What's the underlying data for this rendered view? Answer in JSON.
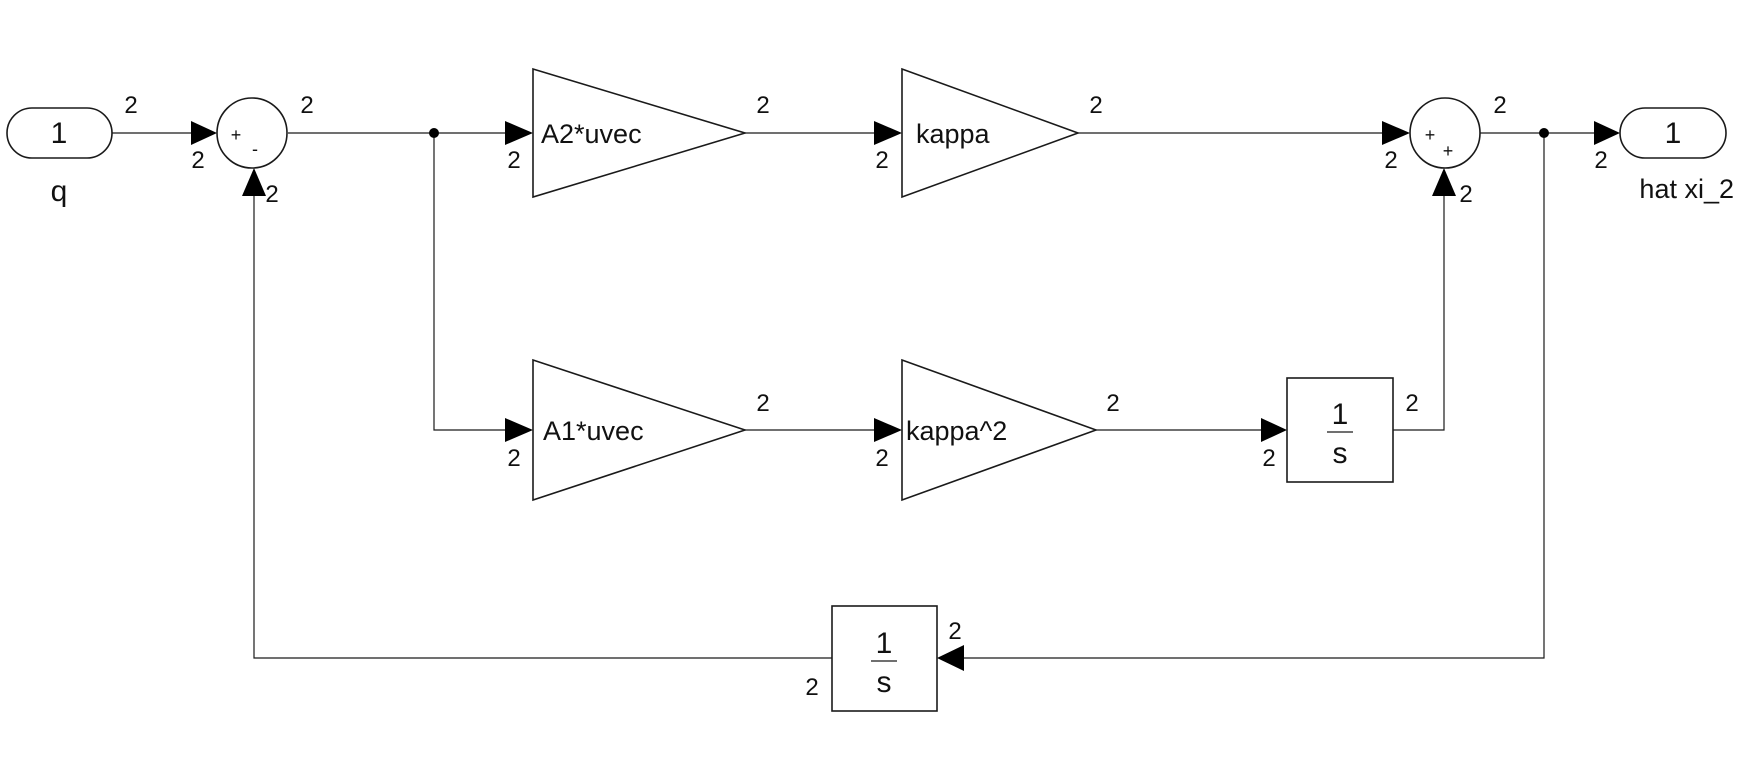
{
  "inport": {
    "number": "1",
    "name": "q"
  },
  "outport": {
    "number": "1",
    "name": "hat xi_2"
  },
  "sum1": {
    "signs": [
      "+",
      "-"
    ]
  },
  "sum2": {
    "signs": [
      "+",
      "+"
    ]
  },
  "gain_a2": {
    "label": "A2*uvec"
  },
  "gain_kappa": {
    "label": "kappa"
  },
  "gain_a1": {
    "label": "A1*uvec"
  },
  "gain_kappa2": {
    "label": "kappa^2"
  },
  "integrator_forward": {
    "numerator": "1",
    "denominator": "s"
  },
  "integrator_feedback": {
    "numerator": "1",
    "denominator": "s"
  },
  "signal_dimension": "2"
}
